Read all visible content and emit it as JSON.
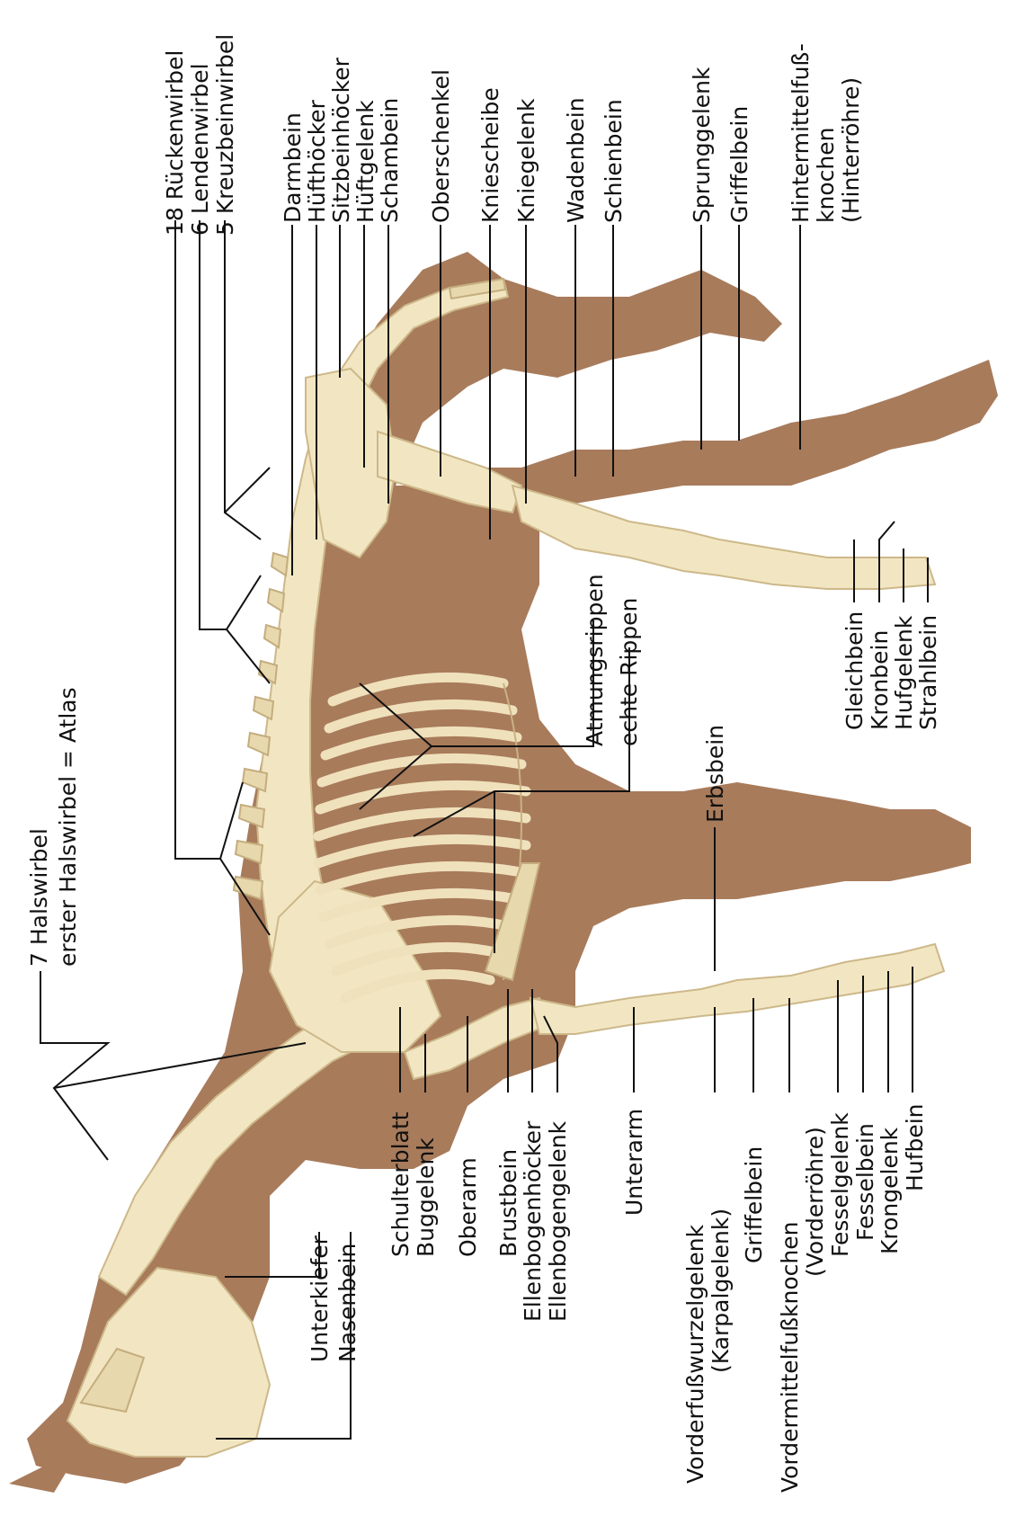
{
  "labels": {
    "halswirbel_7": "7 Halswirbel",
    "erster_halswirbel": "erster Halswirbel = Atlas",
    "rueckenwirbel": "18 Rückenwirbel",
    "lendenwirbel": "6 Lendenwirbel",
    "kreuzbeinwirbel": "5 Kreuzbeinwirbel",
    "darmbein": "Darmbein",
    "hufthoecker": "Hüfthöcker",
    "sitzbeinhoecker": "Sitzbeinhöcker",
    "hueftgelenk": "Hüftgelenk",
    "schambein": "Schambein",
    "oberschenkel": "Oberschenkel",
    "kniescheibe": "Kniescheibe",
    "kniegelenk": "Kniegelenk",
    "wadenbein": "Wadenbein",
    "schienbein": "Schienbein",
    "sprunggelenk": "Sprunggelenk",
    "griffelbein_hinten": "Griffelbein",
    "hintermittelfuss_1": "Hintermittelfuß-",
    "hintermittelfuss_2": "knochen",
    "hintermittelfuss_3": "(Hinterröhre)",
    "atmungsrippen": "Atmungsrippen",
    "echte_rippen": "echte Rippen",
    "gleichbein": "Gleichbein",
    "kronbein_hinten": "Kronbein",
    "hufgelenk_hinten": "Hufgelenk",
    "strahlbein": "Strahlbein",
    "erbsbein": "Erbsbein",
    "unterkiefer": "Unterkiefer",
    "nasenbein": "Nasenbein",
    "schulterblatt": "Schulterblatt",
    "buggelenk": "Buggelenk",
    "oberarm": "Oberarm",
    "brustbein": "Brustbein",
    "ellenbogenhoecker": "Ellenbogenhöcker",
    "ellenbogengelenk": "Ellenbogengelenk",
    "unterarm": "Unterarm",
    "vorderfusswurzelgelenk_1": "Vorderfußwurzelgelenk",
    "vorderfusswurzelgelenk_2": "(Karpalgelenk)",
    "griffelbein_vorne": "Griffelbein",
    "vordermittelfuss_1": "Vordermittelfußknochen",
    "vordermittelfuss_2": "(Vorderröhre)",
    "fesselgelenk": "Fesselgelenk",
    "fesselbein": "Fesselbein",
    "krongelenk": "Krongelenk",
    "hufbein": "Hufbein"
  },
  "colors": {
    "body": "#a87b5b",
    "bone": "#f2e6c2",
    "text": "#111111"
  }
}
